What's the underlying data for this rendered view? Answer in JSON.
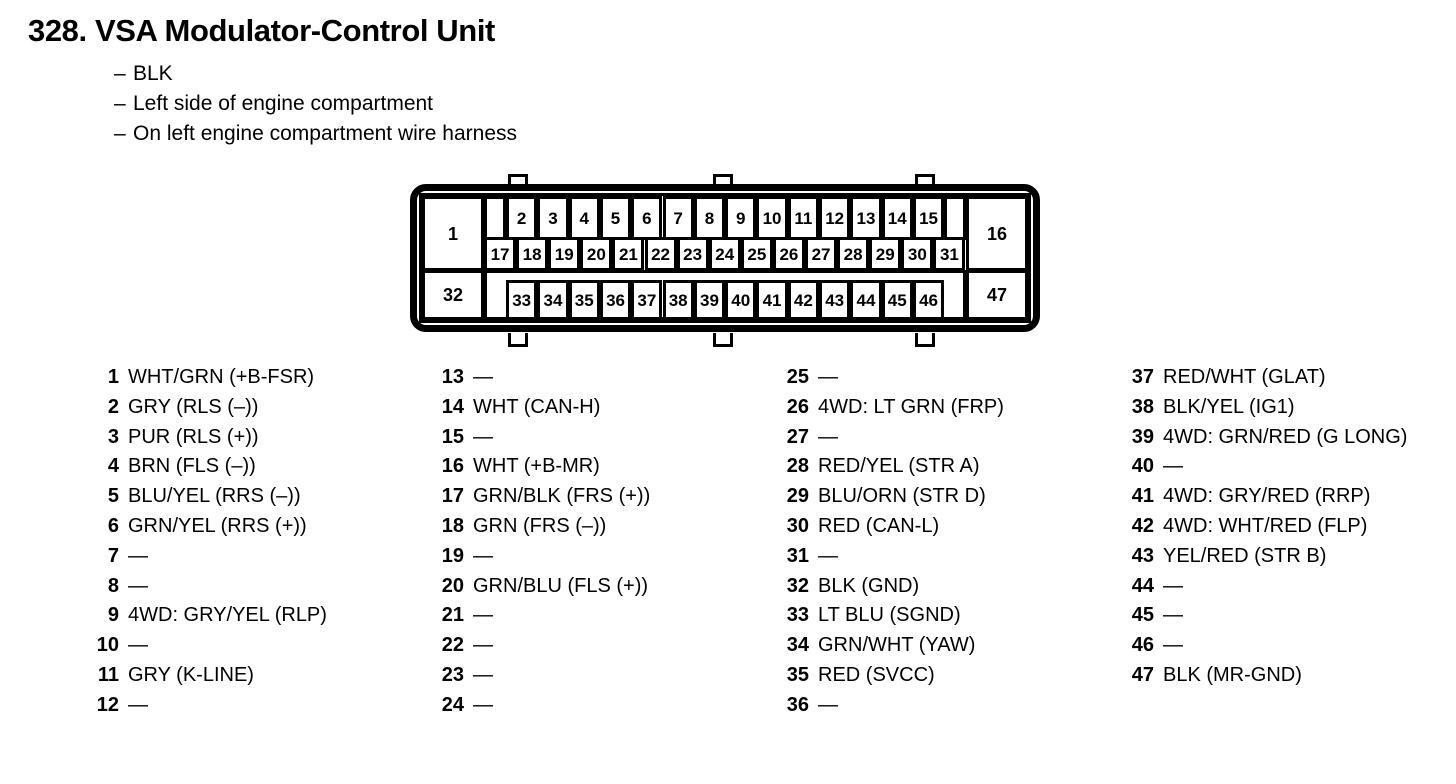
{
  "heading": {
    "title": "328. VSA Modulator-Control Unit",
    "bullets": [
      "BLK",
      "Left side of engine compartment",
      "On left engine compartment wire harness"
    ]
  },
  "connector": {
    "top_row": [
      "2",
      "3",
      "4",
      "5",
      "6",
      "7",
      "8",
      "9",
      "10",
      "11",
      "12",
      "13",
      "14",
      "15"
    ],
    "middle_row": [
      "17",
      "18",
      "19",
      "20",
      "21",
      "22",
      "23",
      "24",
      "25",
      "26",
      "27",
      "28",
      "29",
      "30",
      "31"
    ],
    "bottom_row": [
      "33",
      "34",
      "35",
      "36",
      "37",
      "38",
      "39",
      "40",
      "41",
      "42",
      "43",
      "44",
      "45",
      "46"
    ],
    "left_top": "1",
    "left_bottom": "32",
    "right_top": "16",
    "right_bottom": "47"
  },
  "pins": {
    "col1": [
      {
        "num": "1",
        "desc": "WHT/GRN (+B-FSR)"
      },
      {
        "num": "2",
        "desc": "GRY (RLS (–))"
      },
      {
        "num": "3",
        "desc": "PUR (RLS (+))"
      },
      {
        "num": "4",
        "desc": "BRN (FLS (–))"
      },
      {
        "num": "5",
        "desc": "BLU/YEL (RRS (–))"
      },
      {
        "num": "6",
        "desc": "GRN/YEL (RRS (+))"
      },
      {
        "num": "7",
        "desc": "—"
      },
      {
        "num": "8",
        "desc": "—"
      },
      {
        "num": "9",
        "desc": "4WD: GRY/YEL (RLP)"
      },
      {
        "num": "10",
        "desc": "—"
      },
      {
        "num": "11",
        "desc": "GRY (K-LINE)"
      },
      {
        "num": "12",
        "desc": "—"
      }
    ],
    "col2": [
      {
        "num": "13",
        "desc": "—"
      },
      {
        "num": "14",
        "desc": "WHT (CAN-H)"
      },
      {
        "num": "15",
        "desc": "—"
      },
      {
        "num": "16",
        "desc": "WHT (+B-MR)"
      },
      {
        "num": "17",
        "desc": "GRN/BLK (FRS (+))"
      },
      {
        "num": "18",
        "desc": "GRN (FRS (–))"
      },
      {
        "num": "19",
        "desc": "—"
      },
      {
        "num": "20",
        "desc": "GRN/BLU (FLS (+))"
      },
      {
        "num": "21",
        "desc": "—"
      },
      {
        "num": "22",
        "desc": "—"
      },
      {
        "num": "23",
        "desc": "—"
      },
      {
        "num": "24",
        "desc": "—"
      }
    ],
    "col3": [
      {
        "num": "25",
        "desc": "—"
      },
      {
        "num": "26",
        "desc": "4WD: LT GRN (FRP)"
      },
      {
        "num": "27",
        "desc": "—"
      },
      {
        "num": "28",
        "desc": "RED/YEL (STR A)"
      },
      {
        "num": "29",
        "desc": "BLU/ORN (STR D)"
      },
      {
        "num": "30",
        "desc": "RED (CAN-L)"
      },
      {
        "num": "31",
        "desc": "—"
      },
      {
        "num": "32",
        "desc": "BLK (GND)"
      },
      {
        "num": "33",
        "desc": "LT BLU (SGND)"
      },
      {
        "num": "34",
        "desc": "GRN/WHT (YAW)"
      },
      {
        "num": "35",
        "desc": "RED (SVCC)"
      },
      {
        "num": "36",
        "desc": "—"
      }
    ],
    "col4": [
      {
        "num": "37",
        "desc": "RED/WHT (GLAT)"
      },
      {
        "num": "38",
        "desc": "BLK/YEL (IG1)"
      },
      {
        "num": "39",
        "desc": "4WD: GRN/RED (G LONG)"
      },
      {
        "num": "40",
        "desc": "—"
      },
      {
        "num": "41",
        "desc": "4WD: GRY/RED (RRP)"
      },
      {
        "num": "42",
        "desc": "4WD: WHT/RED (FLP)"
      },
      {
        "num": "43",
        "desc": "YEL/RED (STR B)"
      },
      {
        "num": "44",
        "desc": "—"
      },
      {
        "num": "45",
        "desc": "—"
      },
      {
        "num": "46",
        "desc": "—"
      },
      {
        "num": "47",
        "desc": "BLK (MR-GND)"
      }
    ]
  }
}
